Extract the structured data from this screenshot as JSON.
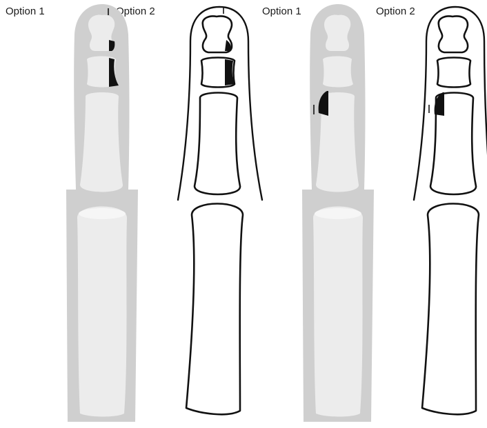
{
  "labels": {
    "panel_a_option1": "Option 1",
    "panel_a_option2": "Option 2",
    "panel_b_option1": "Option 1",
    "panel_b_option2": "Option 2"
  },
  "colors": {
    "soft_tissue": "#cfcfcf",
    "bone_radiograph": "#ececec",
    "outline": "#111111",
    "fragment": "#111111"
  }
}
